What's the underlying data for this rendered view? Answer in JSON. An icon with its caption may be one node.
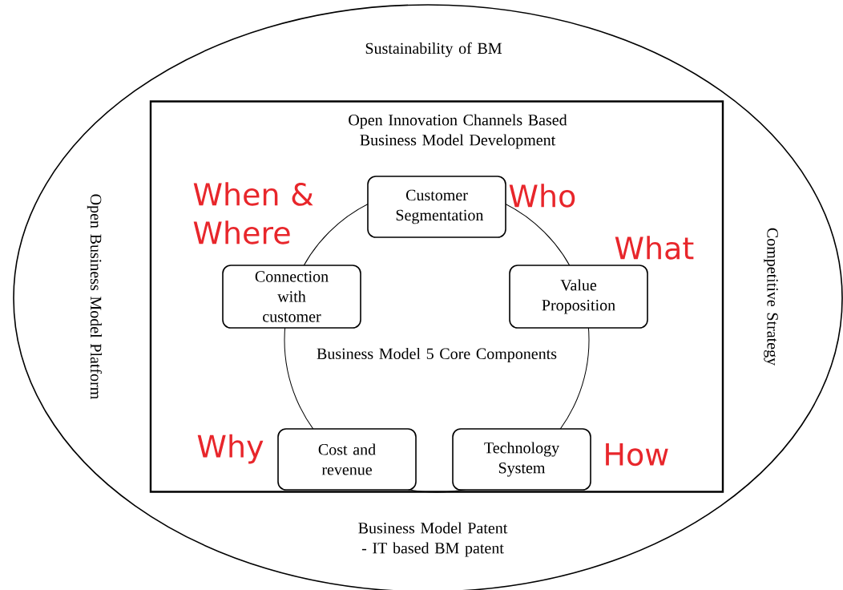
{
  "diagram": {
    "nodes": [
      {
        "text": [
          "Sustainability of BM",
          "Open Business Model Platform",
          "Competitive Strategy",
          "Business Model Patent - IT based BM patent"
        ]
      },
      {
        "text": [
          "Open Innovation Channels Based Business Model Development"
        ],
        "in": 0
      },
      {
        "text": [
          "Business Model 5 Core Components"
        ],
        "in": 1
      },
      {
        "text": [
          "Customer Segmentation"
        ],
        "in": 1
      },
      {
        "text": [
          "Connection with customer"
        ],
        "in": 1
      },
      {
        "text": [
          "Value Proposition"
        ],
        "in": 1
      },
      {
        "text": [
          "Cost and revenue"
        ],
        "in": 2
      },
      {
        "text": [
          "Technology System"
        ],
        "in": 2
      }
    ],
    "labels": [
      "When & Where",
      "Who",
      "What",
      "Why",
      "How"
    ]
  }
}
